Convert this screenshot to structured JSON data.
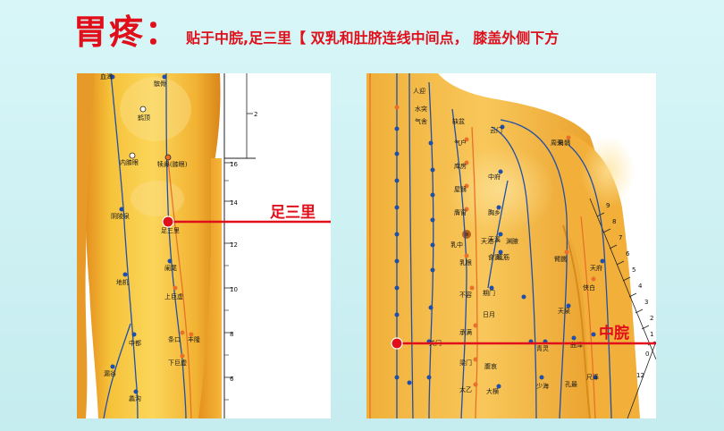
{
  "header": {
    "title": "胃疼：",
    "subtitle": "贴于中脘,足三里【 双乳和肚脐连线中间点， 膝盖外侧下方"
  },
  "colors": {
    "accent_red": "#e10f1a",
    "background": "#c9eef2",
    "skin": "#f2b536",
    "meridian_blue": "#1f4fa8",
    "meridian_orange": "#e9702a"
  },
  "left_panel": {
    "callout": "足三里",
    "point_labels": [
      "血海",
      "髌骨",
      "鹤顶",
      "内膝眼",
      "犊鼻(膝眼)",
      "阴陵泉",
      "足三里",
      "阑尾",
      "上巨虚",
      "地机",
      "中都",
      "条口",
      "丰隆",
      "下巨虚",
      "漏谷",
      "蠡沟"
    ],
    "ruler_labels": [
      "16",
      "14",
      "12",
      "10",
      "8",
      "6",
      "2"
    ]
  },
  "right_panel": {
    "callout": "中脘",
    "point_labels": [
      "人迎",
      "水突",
      "气舍",
      "缺盆",
      "气户",
      "库房",
      "屋翳",
      "膺窗",
      "乳中",
      "乳根",
      "不容",
      "承满",
      "梁门",
      "关门",
      "太乙",
      "中府",
      "云门",
      "周荣",
      "胸乡",
      "天溪",
      "食窦",
      "天池",
      "渊腋",
      "辄筋",
      "期门",
      "日月",
      "腹哀",
      "大横",
      "天府",
      "侠白",
      "尺泽",
      "孔最",
      "青灵",
      "少海",
      "肩髃",
      "臂臑",
      "天泉",
      "曲泽"
    ],
    "ruler_labels": [
      "9",
      "8",
      "7",
      "6",
      "5",
      "4",
      "3",
      "2",
      "1",
      "0",
      "12"
    ]
  }
}
